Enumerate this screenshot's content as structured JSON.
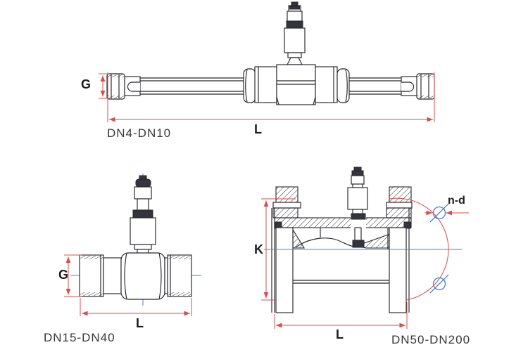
{
  "figures": {
    "dn4_dn10": {
      "caption": "DN4-DN10",
      "g_label": "G",
      "l_label": "L"
    },
    "dn15_dn40": {
      "caption": "DN15-DN40",
      "g_label": "G",
      "l_label": "L"
    },
    "dn50_dn200": {
      "caption": "DN50-DN200",
      "k_label": "K",
      "l_label": "L",
      "bolt_label": "n-d"
    }
  },
  "colors": {
    "dimension_red": "#d84c4c",
    "centerline_blue": "#4a80cf",
    "outline_ink": "#26262b",
    "background": "#ffffff"
  }
}
